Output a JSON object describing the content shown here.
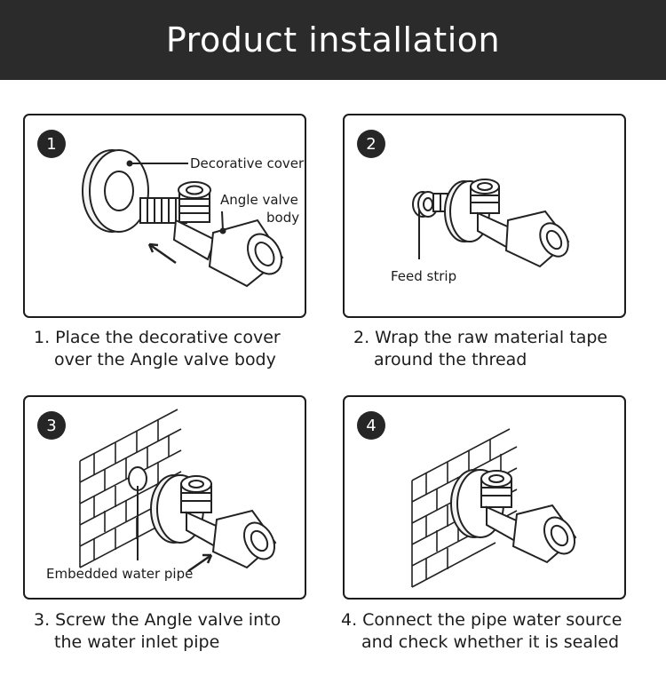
{
  "header": {
    "title": "Product installation"
  },
  "steps": [
    {
      "number": "1",
      "labels": [
        "Decorative cover",
        "Angle valve",
        "body"
      ],
      "caption_line1": "1. Place the decorative cover",
      "caption_line2": "over the Angle valve body"
    },
    {
      "number": "2",
      "labels": [
        "Feed strip"
      ],
      "caption_line1": "2. Wrap the raw material tape",
      "caption_line2": "around the thread"
    },
    {
      "number": "3",
      "labels": [
        "Embedded water pipe"
      ],
      "caption_line1": "3. Screw the Angle valve into",
      "caption_line2": "the water inlet pipe"
    },
    {
      "number": "4",
      "labels": [],
      "caption_line1": "4. Connect the pipe water source",
      "caption_line2": "and check whether it is sealed"
    }
  ]
}
